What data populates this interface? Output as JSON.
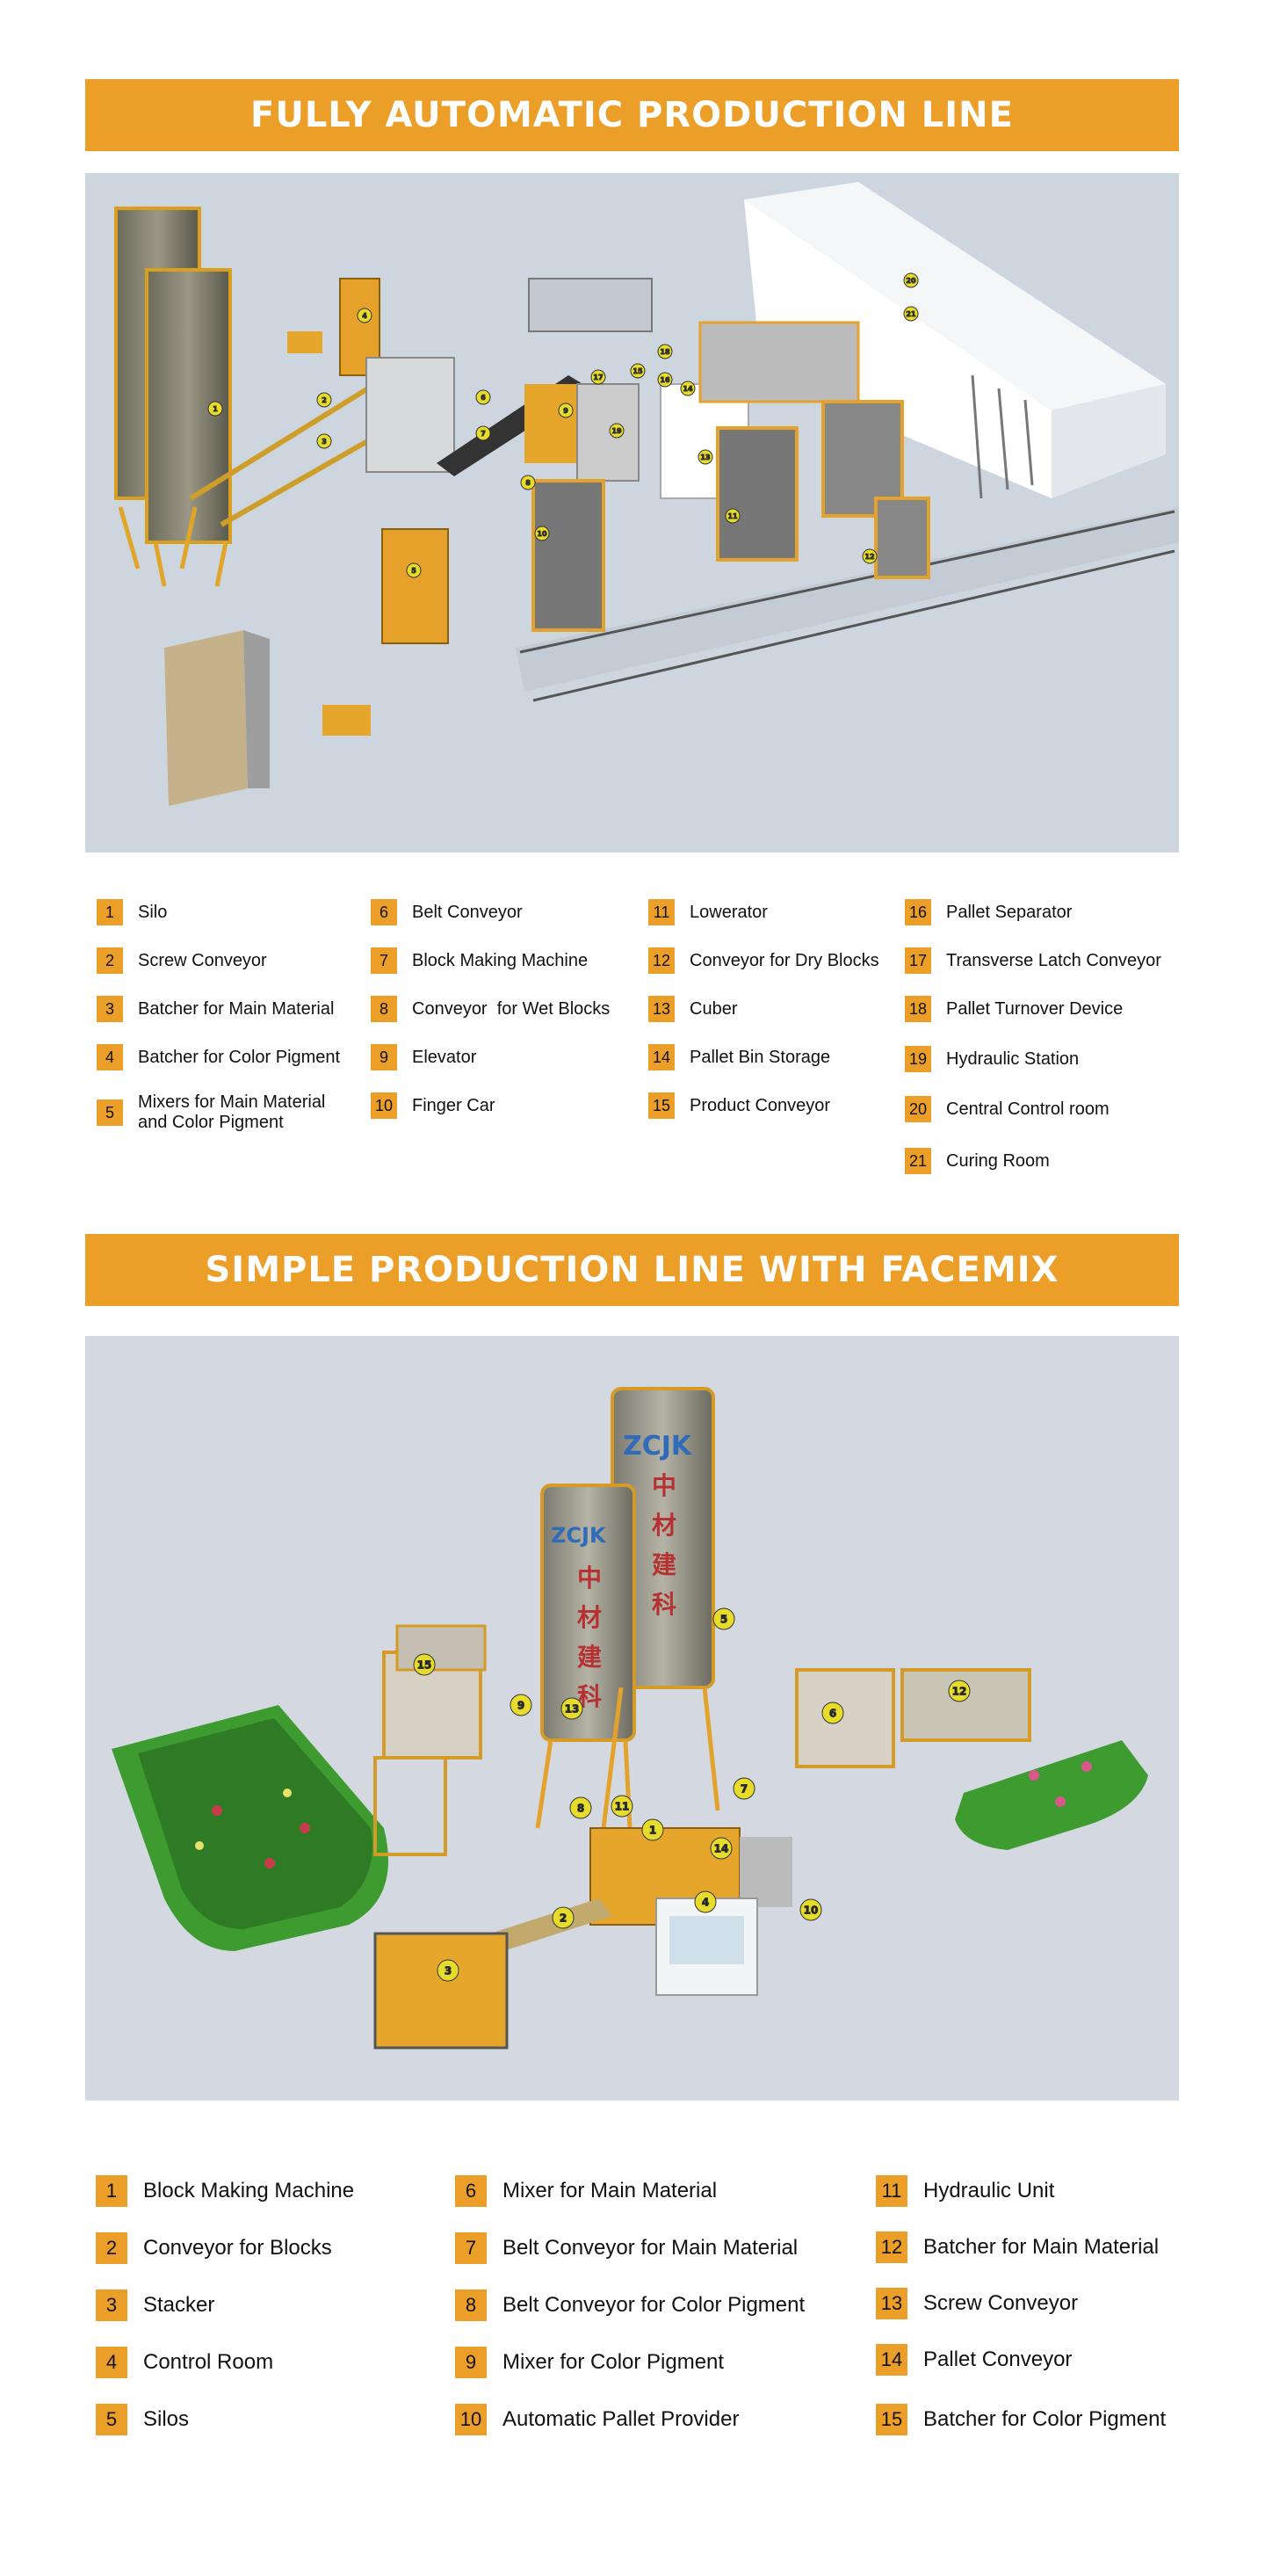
{
  "section1": {
    "title": "FULLY AUTOMATIC PRODUCTION LINE",
    "legend": [
      {
        "n": "1",
        "label": "Silo"
      },
      {
        "n": "2",
        "label": "Screw Conveyor"
      },
      {
        "n": "3",
        "label": "Batcher for Main Material"
      },
      {
        "n": "4",
        "label": "Batcher for Color Pigment"
      },
      {
        "n": "5",
        "label": "Mixers for Main Material and Color Pigment"
      },
      {
        "n": "6",
        "label": "Belt Conveyor"
      },
      {
        "n": "7",
        "label": "Block Making Machine"
      },
      {
        "n": "8",
        "label": "Conveyor  for Wet Blocks"
      },
      {
        "n": "9",
        "label": "Elevator"
      },
      {
        "n": "10",
        "label": "Finger Car"
      },
      {
        "n": "11",
        "label": "Lowerator"
      },
      {
        "n": "12",
        "label": "Conveyor for Dry Blocks"
      },
      {
        "n": "13",
        "label": "Cuber"
      },
      {
        "n": "14",
        "label": "Pallet Bin Storage"
      },
      {
        "n": "15",
        "label": "Product Conveyor"
      },
      {
        "n": "16",
        "label": "Pallet Separator"
      },
      {
        "n": "17",
        "label": "Transverse Latch Conveyor"
      },
      {
        "n": "18",
        "label": "Pallet Turnover Device"
      },
      {
        "n": "19",
        "label": "Hydraulic Station"
      },
      {
        "n": "20",
        "label": "Central Control room"
      },
      {
        "n": "21",
        "label": "Curing Room"
      }
    ]
  },
  "section2": {
    "title": "SIMPLE PRODUCTION LINE WITH FACEMIX",
    "legend": [
      {
        "n": "1",
        "label": "Block Making Machine"
      },
      {
        "n": "2",
        "label": "Conveyor for Blocks"
      },
      {
        "n": "3",
        "label": "Stacker"
      },
      {
        "n": "4",
        "label": "Control Room"
      },
      {
        "n": "5",
        "label": "Silos"
      },
      {
        "n": "6",
        "label": "Mixer for Main Material"
      },
      {
        "n": "7",
        "label": "Belt Conveyor for Main Material"
      },
      {
        "n": "8",
        "label": "Belt Conveyor for Color Pigment"
      },
      {
        "n": "9",
        "label": "Mixer for Color Pigment"
      },
      {
        "n": "10",
        "label": "Automatic Pallet Provider"
      },
      {
        "n": "11",
        "label": "Hydraulic Unit"
      },
      {
        "n": "12",
        "label": "Batcher for Main Material"
      },
      {
        "n": "13",
        "label": "Screw Conveyor"
      },
      {
        "n": "14",
        "label": "Pallet Conveyor"
      },
      {
        "n": "15",
        "label": "Batcher for Color Pigment"
      }
    ],
    "silo_brand": "ZCJK",
    "silo_chars": [
      "中",
      "材",
      "建",
      "科"
    ]
  },
  "colors": {
    "accent": "#ec9f28",
    "scene1_bg": "#cdd6df",
    "scene2_bg": "#d4d9e1",
    "marker": "#e8dc2a"
  }
}
